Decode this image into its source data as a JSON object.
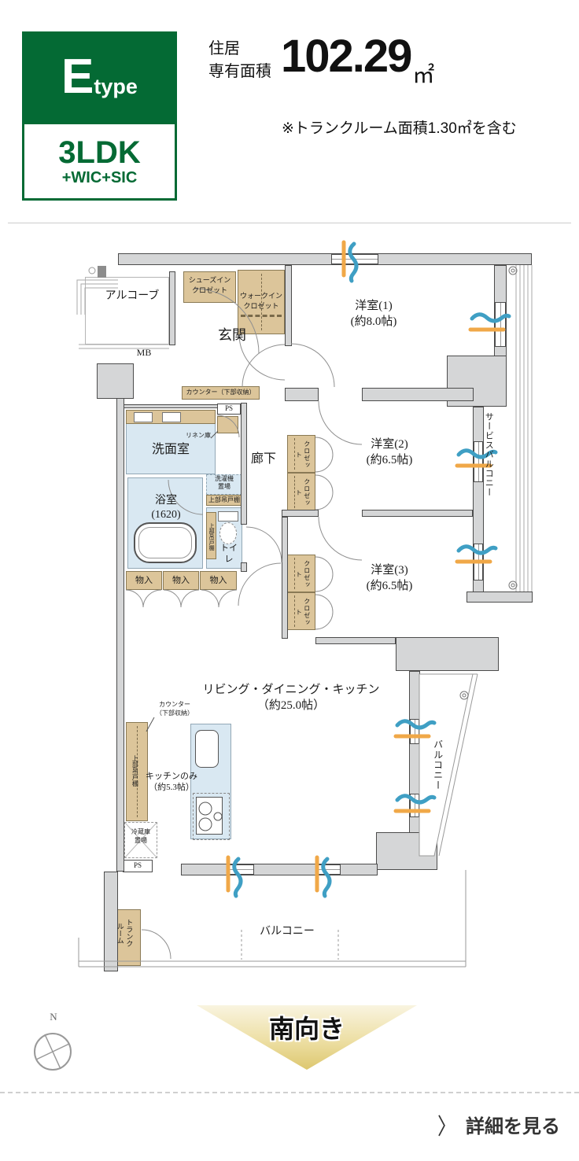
{
  "header": {
    "type_letter": "E",
    "type_word": "type",
    "layout": "3LDK",
    "layout_sub": "+WIC+SIC",
    "area_label": "住居\n専有面積",
    "area_value": "102.29",
    "area_unit": "㎡",
    "area_note": "※トランクルーム面積1.30㎡を含む"
  },
  "plan": {
    "rooms": {
      "alcove": "アルコーブ",
      "shoes_closet": "シューズイン\nクロゼット",
      "walk_in_closet": "ウォークイン\nクロゼット",
      "entrance": "玄関",
      "mb": "MB",
      "bedroom1": "洋室(1)\n(約8.0帖)",
      "bedroom2": "洋室(2)\n(約6.5帖)",
      "bedroom3": "洋室(3)\n(約6.5帖)",
      "counter_storage": "カウンター（下部収納）",
      "counter_storage2": "カウンター\n（下部収納）",
      "ps": "PS",
      "linen": "リネン庫",
      "washroom": "洗面室",
      "hallway": "廊下",
      "closet": "クロゼット",
      "bath": "浴室\n(1620)",
      "laundry": "洗濯機\n置場",
      "upper_cabinet": "上部吊戸棚",
      "toilet": "トイレ",
      "storage": "物入",
      "service_balcony": "サービスバルコニー",
      "ldk": "リビング・ダイニング・キッチン\n（約25.0帖）",
      "kitchen_only": "キッチンのみ\n（約5.3帖）",
      "fridge": "冷蔵庫\n置場",
      "trunk_room": "トランク\nルーム",
      "balcony": "バルコニー"
    }
  },
  "footer": {
    "compass_n": "N",
    "direction": "南向き",
    "link_chevron": "〉",
    "detail_link": "詳細を見る"
  },
  "colors": {
    "brand_green": "#046a34",
    "tan": "#dcc59a",
    "light_blue": "#d9e8f2",
    "wall_gray": "#d5d6d7",
    "gold": "#ddc76f"
  }
}
